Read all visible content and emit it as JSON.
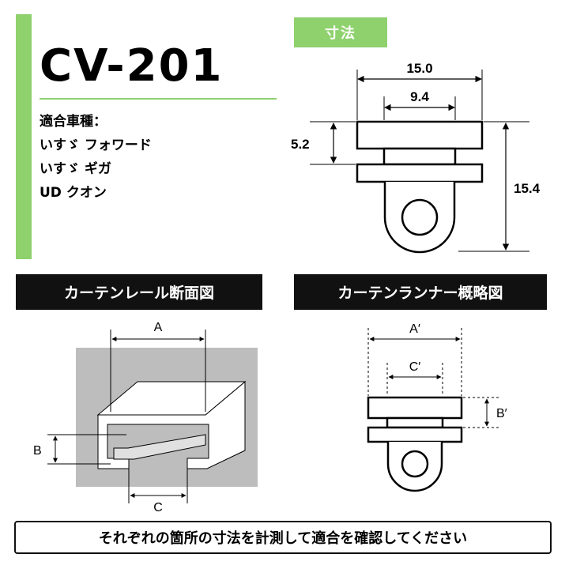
{
  "product": {
    "model": "CV-201"
  },
  "compatible": {
    "heading": "適合車種：",
    "vehicles": [
      "いすゞ フォワード",
      "いすゞ ギガ",
      "UD クオン"
    ]
  },
  "dimensions": {
    "tag": "寸法",
    "outer_width": "15.0",
    "inner_width": "9.4",
    "gap_height": "5.2",
    "total_height": "15.4"
  },
  "rail_section": {
    "title": "カーテンレール断面図",
    "label_a": "A",
    "label_b": "B",
    "label_c": "C"
  },
  "runner_overview": {
    "title": "カーテンランナー概略図",
    "label_a": "A′",
    "label_b": "B′",
    "label_c": "C′"
  },
  "footer": {
    "note": "それぞれの箇所の寸法を計測して適合を確認してください"
  },
  "colors": {
    "accent": "#8ed16d",
    "header_bg": "#111111",
    "rail_bg": "#bdbdbd"
  }
}
